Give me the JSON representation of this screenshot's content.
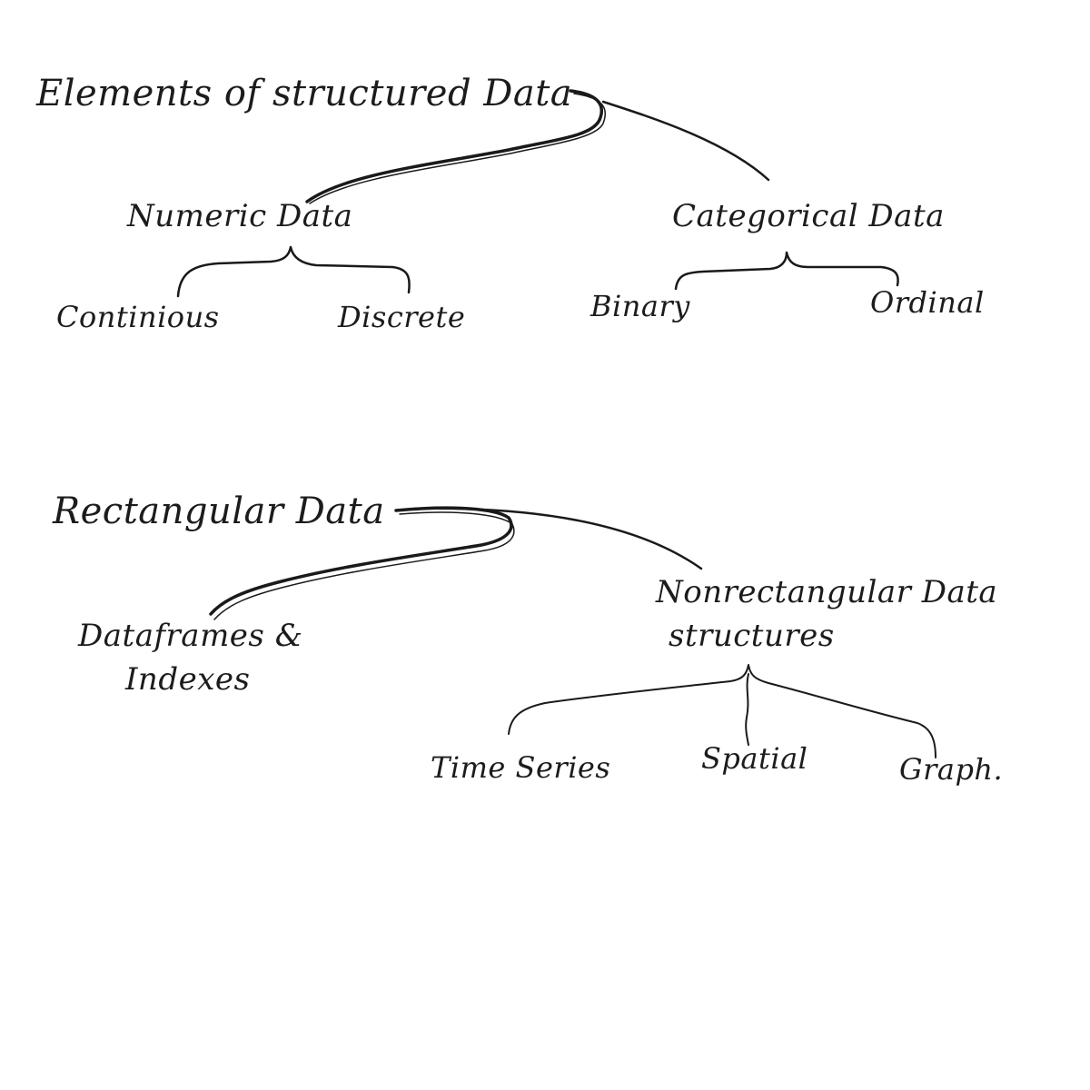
{
  "ink_color": "#1a1a1a",
  "sections": {
    "structured": {
      "title": "Elements of structured Data",
      "numeric": {
        "label": "Numeric Data",
        "continuous": "Continious",
        "discrete": "Discrete"
      },
      "categorical": {
        "label": "Categorical Data",
        "binary": "Binary",
        "ordinal": "Ordinal"
      }
    },
    "rectangular": {
      "title": "Rectangular Data",
      "dataframes": {
        "line1": "Dataframes &",
        "line2": "Indexes"
      },
      "nonrectangular": {
        "line1": "Nonrectangular Data",
        "line2": "structures",
        "time_series": "Time Series",
        "spatial": "Spatial",
        "graph": "Graph."
      }
    }
  }
}
